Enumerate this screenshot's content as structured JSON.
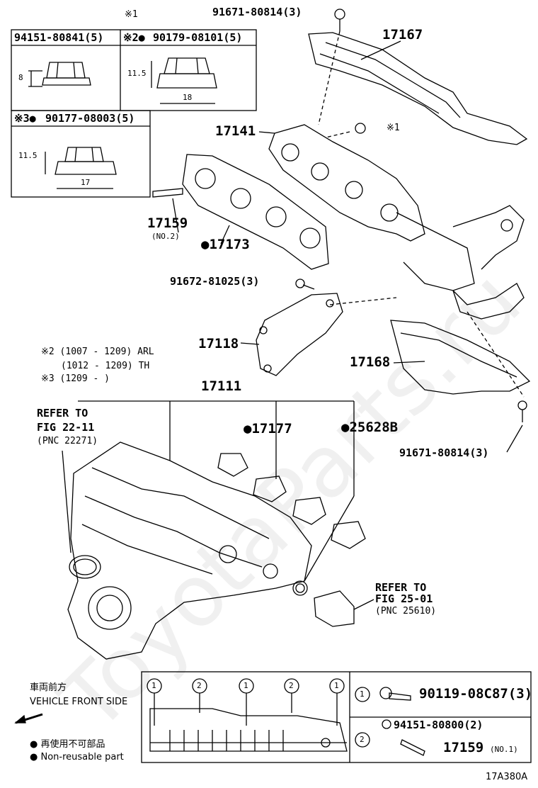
{
  "watermark": "ToyotaParts.ru",
  "legend_boxes": {
    "note1_mark": "※1",
    "box1_part": "94151-80841(5)",
    "box1_dim": "8",
    "box2_prefix": "※2●",
    "box2_part": "90179-08101(5)",
    "box2_dim_h": "11.5",
    "box2_dim_w": "18",
    "box3_prefix": "※3●",
    "box3_part": "90177-08003(5)",
    "box3_dim_h": "11.5",
    "box3_dim_w": "17"
  },
  "callouts": {
    "bolt_top": "91671-80814(3)",
    "heat_insulator_upper": "17167",
    "exhaust_manifold": "17141",
    "note1_ref": "※1",
    "stud_no2": "17159",
    "stud_no2_sub": "(NO.2)",
    "gasket_exhaust": "●17173",
    "bolt_bracket": "91672-81025(3)",
    "bracket": "17118",
    "heat_insulator_lower": "17168",
    "bolt_lower": "91671-80814(3)",
    "intake_manifold": "17111",
    "gasket_intake": "●17177",
    "gasket_egr": "●25628B",
    "refer_left_1": "REFER TO",
    "refer_left_2": "FIG 22-11",
    "refer_left_3": "(PNC 22271)",
    "refer_right_1": "REFER TO",
    "refer_right_2": "FIG 25-01",
    "refer_right_3": "(PNC 25610)"
  },
  "notes": {
    "n2_line1": "※2 (1007 - 1209) ARL",
    "n2_line2": "(1012 - 1209) TH",
    "n3_line1": "※3 (1209 -        )"
  },
  "bottom_legend": {
    "front_jp": "車両前方",
    "front_en": "VEHICLE FRONT SIDE",
    "nonreuse_jp": "● 再使用不可部品",
    "nonreuse_en": "● Non-reusable part",
    "key1": "1",
    "key2": "2",
    "row1_part": "90119-08C87(3)",
    "row2_part_a": "94151-80800(2)",
    "row2_part_b": "17159",
    "row2_part_b_sub": "(NO.1)"
  },
  "figure_code": "17A380A"
}
